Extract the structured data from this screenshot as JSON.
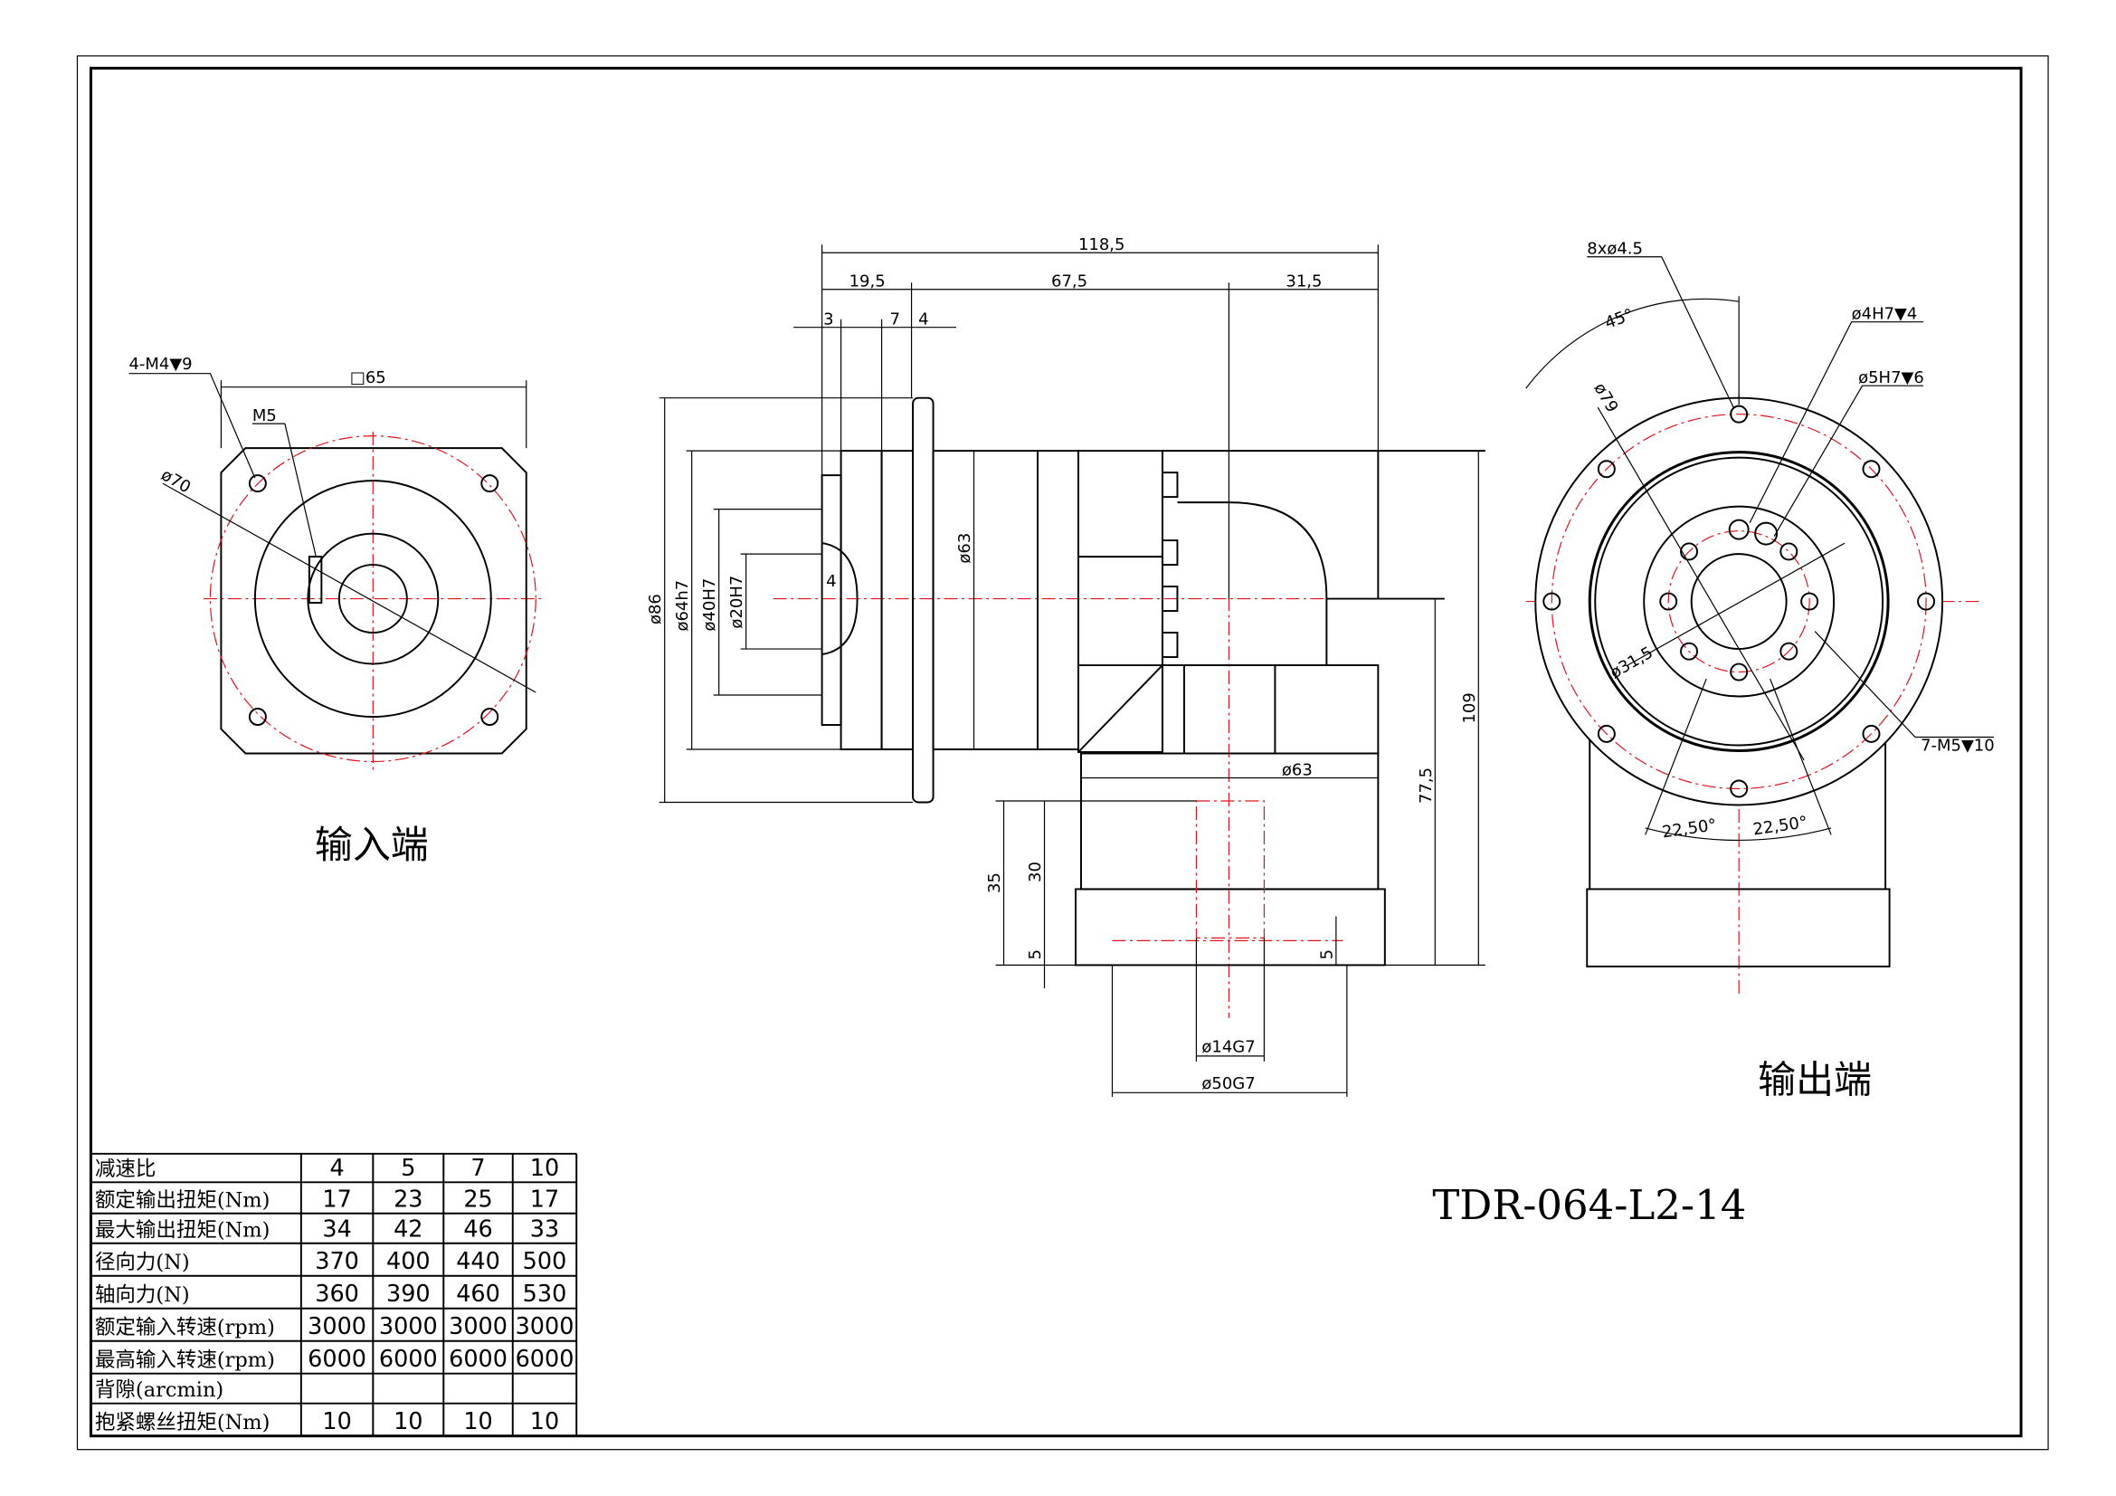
{
  "model": "TDR-064-L2-14",
  "input_view": {
    "caption": "输入端",
    "labels": {
      "holes": "4-M4▼9",
      "key": "M5",
      "pcd": "ø70",
      "square": "□65"
    }
  },
  "side_view": {
    "dims": {
      "total_length": "118,5",
      "d1": "19,5",
      "d2": "67,5",
      "d3": "31,5",
      "t1": "3",
      "t2": "7",
      "t3": "4",
      "t4": "4",
      "d86": "ø86",
      "d64": "ø64h7",
      "d40": "ø40H7",
      "d20": "ø20H7",
      "d63": "ø63",
      "d63b": "ø63",
      "h109": "109",
      "h775": "77,5",
      "h35": "35",
      "h30": "30",
      "h5a": "5",
      "h5b": "5",
      "d14": "ø14G7",
      "d50": "ø50G7"
    }
  },
  "output_view": {
    "caption": "输出端",
    "labels": {
      "holes": "8xø4.5",
      "angle": "45°",
      "pcd": "ø79",
      "pin1": "ø4H7▼4",
      "pin2": "ø5H7▼6",
      "inner_pcd": "ø31,5",
      "tapped": "7-M5▼10",
      "ang1": "22,50°",
      "ang2": "22,50°"
    }
  },
  "spec_table": {
    "header_label": "减速比",
    "ratios": [
      "4",
      "5",
      "7",
      "10"
    ],
    "rows": [
      {
        "label": "额定输出扭矩(Nm)",
        "values": [
          "17",
          "23",
          "25",
          "17"
        ]
      },
      {
        "label": "最大输出扭矩(Nm)",
        "values": [
          "34",
          "42",
          "46",
          "33"
        ]
      },
      {
        "label": "径向力(N)",
        "values": [
          "370",
          "400",
          "440",
          "500"
        ]
      },
      {
        "label": "轴向力(N)",
        "values": [
          "360",
          "390",
          "460",
          "530"
        ]
      },
      {
        "label": "额定输入转速(rpm)",
        "values": [
          "3000",
          "3000",
          "3000",
          "3000"
        ]
      },
      {
        "label": "最高输入转速(rpm)",
        "values": [
          "6000",
          "6000",
          "6000",
          "6000"
        ]
      },
      {
        "label": "背隙(arcmin)",
        "values": [
          "",
          "",
          "",
          ""
        ]
      },
      {
        "label": "抱紧螺丝扭矩(Nm)",
        "values": [
          "10",
          "10",
          "10",
          "10"
        ]
      }
    ]
  }
}
